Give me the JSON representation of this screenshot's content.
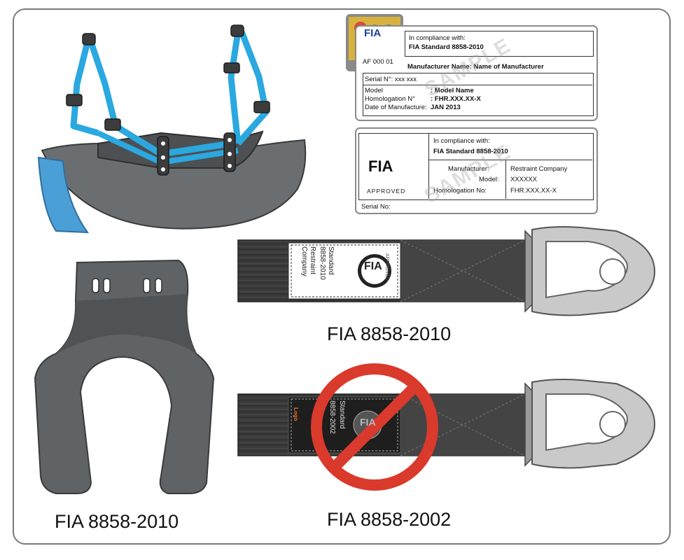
{
  "captions": {
    "seat_pad": "FIA 8858-2010",
    "strap_top": "FIA 8858-2010",
    "strap_bottom": "FIA 8858-2002"
  },
  "label1": {
    "compliance_intro": "In compliance with:",
    "standard": "FIA Standard 8858-2010",
    "manufacturer_name": "Manufacturer Name: Name of Manufacturer",
    "serial": "Serial N°: xxx xxx",
    "model_key": "Model",
    "model_value": ": Model Name",
    "homologation_key": "Homologation N°",
    "homologation_value": ": FHR.XXX.XX-X",
    "date_key": "Date of Manufacture:",
    "date_value": "JAN 2013",
    "hologram_text": "FIA",
    "hologram_code": "AF 000 01",
    "watermark": "SAMPLE"
  },
  "label2": {
    "compliance_intro": "In compliance with:",
    "standard": "FIA Standard 8858-2010",
    "manufacturer_key": "Manufacturer:",
    "manufacturer_value": "Restraint Company",
    "model_key": "Model:",
    "model_value": "XXXXXX",
    "homologation_key": "Homologation No:",
    "homologation_value": "FHR.XXX.XX-X",
    "serial": "Serial No:",
    "logo_text": "FIA",
    "approved": "APPROVED",
    "watermark": "SAMPLE"
  },
  "strap_top_tag": {
    "line1": "Standard",
    "line2": "8858-2010",
    "line3": "Restraint",
    "line4": "Company",
    "logo": "FIA",
    "approved": "APPROVED"
  },
  "strap_bottom_tag": {
    "line1": "Standard",
    "line2": "8858-2002",
    "logo": "FIA",
    "brand": "Logo"
  },
  "colors": {
    "strap_blue": "#2ba8e0",
    "pad_gray": "#5f6366",
    "prohibited_red": "#d93a2b",
    "frame_gray": "#7a7a7a"
  }
}
